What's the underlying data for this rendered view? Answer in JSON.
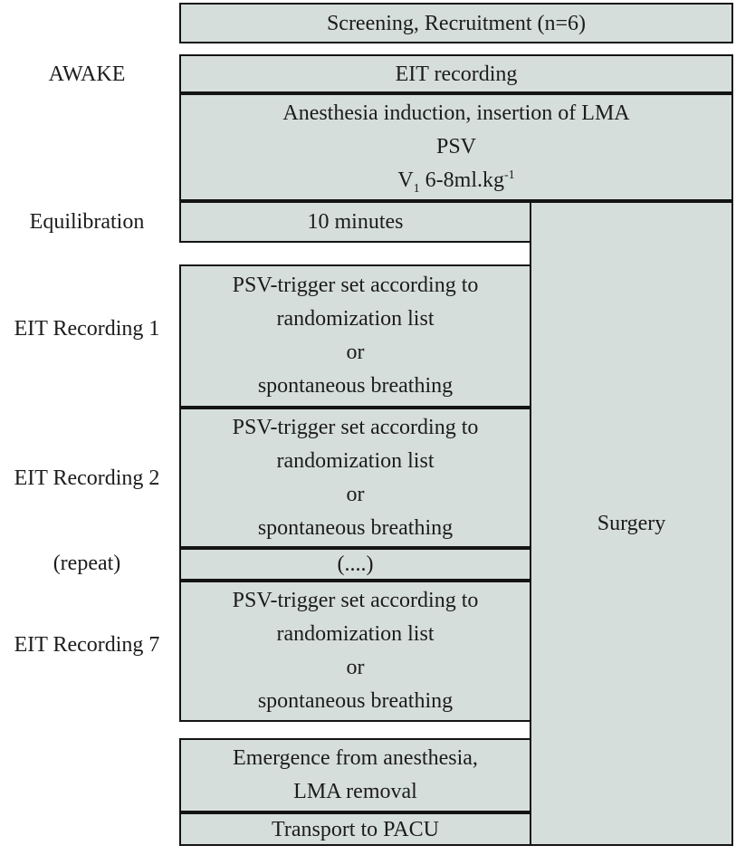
{
  "palette": {
    "background": "#ffffff",
    "box_fill": "#d6dedb",
    "border": "#141414",
    "text": "#1c1c1c"
  },
  "side_labels": {
    "awake": "AWAKE",
    "equilibration": "Equilibration",
    "eit_recording_1": "EIT Recording 1",
    "eit_recording_2": "EIT Recording 2",
    "repeat": "(repeat)",
    "eit_recording_7": "EIT Recording 7"
  },
  "timeline": {
    "screening": "Screening, Recruitment (n=6)",
    "eit_recording_awake": "EIT recording",
    "anesthesia": {
      "line1": "Anesthesia induction, insertion of LMA",
      "line2": "PSV",
      "vt_base": "V",
      "vt_sub": "1",
      "vt_rest": " 6-8ml.kg",
      "vt_sup": "-1"
    },
    "equilibration_duration": "10 minutes",
    "recording_block_1": {
      "line1": "PSV-trigger set according to",
      "line2": "randomization list",
      "line3": "or",
      "line4": "spontaneous breathing"
    },
    "recording_block_2": {
      "line1": "PSV-trigger set according to",
      "line2": "randomization list",
      "line3": "or",
      "line4": "spontaneous breathing"
    },
    "repeat_placeholder": "(....)",
    "recording_block_7": {
      "line1": "PSV-trigger set according to",
      "line2": "randomization list",
      "line3": "or",
      "line4": "spontaneous breathing"
    },
    "emergence": {
      "line1": "Emergence from anesthesia,",
      "line2": "LMA removal"
    },
    "transport": "Transport to PACU",
    "surgery": "Surgery"
  }
}
